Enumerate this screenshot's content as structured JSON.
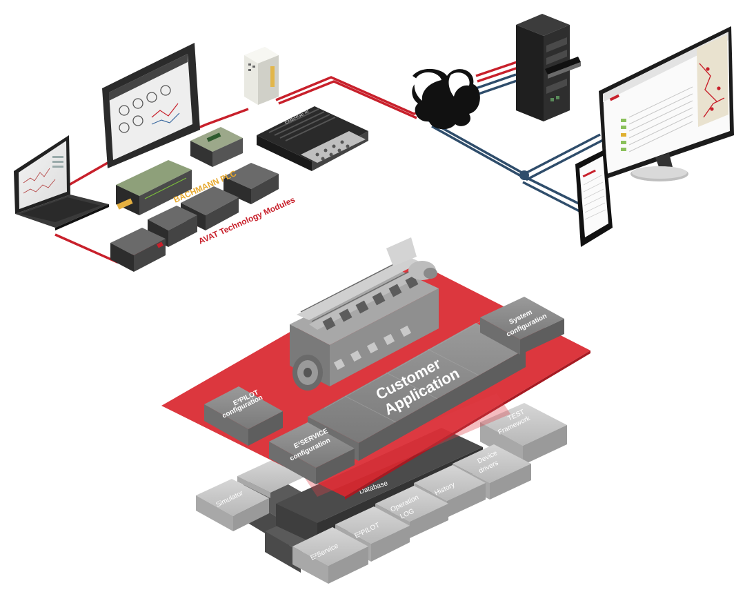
{
  "hardware": {
    "plc_label": "BACHMANN PLC",
    "avat_label": "AVAT Technology Modules",
    "module_brand": "EMERGE III"
  },
  "platform": {
    "customer_app": [
      "Customer",
      "Application"
    ],
    "system_config": [
      "System",
      "configuration"
    ],
    "epilot_config": [
      "E²PILOT",
      "configuration"
    ],
    "eservice_config": [
      "E²SERVICE",
      "configuration"
    ]
  },
  "base_modules": {
    "simulator": "Simulator",
    "database": "Database",
    "test_framework": [
      "TEST",
      "Framework"
    ],
    "device_drivers": [
      "Device",
      "drivers"
    ],
    "history": "History",
    "operation_log": [
      "Operation",
      "LOG"
    ],
    "epilot": "E²PILOT",
    "eservice": "E²Service"
  },
  "colors": {
    "red_line": "#c8202b",
    "blue_line": "#2f4d6b",
    "platform_red": "#d9262e",
    "block_gray": "#8e8e8e",
    "tile_gray": "#c8c8c8"
  }
}
